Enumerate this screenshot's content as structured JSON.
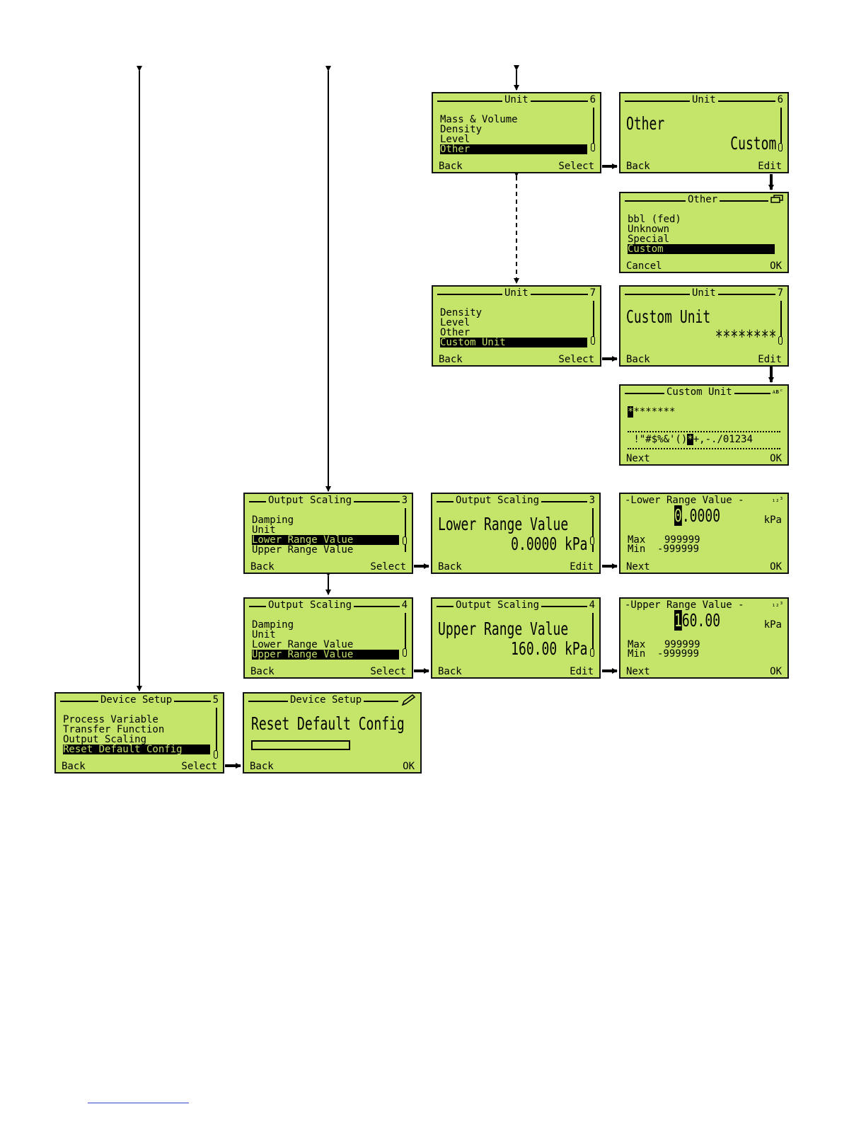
{
  "screens": {
    "unit6_list": {
      "title": "Unit",
      "num": "6",
      "items": [
        "Mass & Volume",
        "Density",
        "Level",
        "Other"
      ],
      "left": "Back",
      "right": "Select"
    },
    "unit6_edit": {
      "title": "Unit",
      "num": "6",
      "label": "Other",
      "value": "Custom",
      "left": "Back",
      "right": "Edit"
    },
    "other_list": {
      "title": "Other",
      "icon": "keypad-icon",
      "items": [
        "bbl (fed)",
        "Unknown",
        "Special",
        "Custom"
      ],
      "left": "Cancel",
      "right": "OK"
    },
    "unit7_list": {
      "title": "Unit",
      "num": "7",
      "items": [
        "Density",
        "Level",
        "Other",
        "Custom Unit"
      ],
      "left": "Back",
      "right": "Select"
    },
    "unit7_edit": {
      "title": "Unit",
      "num": "7",
      "label": "Custom Unit",
      "value": "********",
      "left": "Back",
      "right": "Edit"
    },
    "custom_unit": {
      "title": "Custom Unit",
      "icon": "abc-icon",
      "entry_cursor": "*",
      "entry_rest": "*******",
      "charset_before": " !\"#$%&'()",
      "charset_cursor": "*",
      "charset_after": "+,-./01234",
      "left": "Next",
      "right": "OK"
    },
    "os3_list": {
      "title": "Output Scaling",
      "num": "3",
      "items": [
        "Damping",
        "Unit",
        "Lower Range Value",
        "Upper Range Value"
      ],
      "left": "Back",
      "right": "Select"
    },
    "os3_edit": {
      "title": "Output Scaling",
      "num": "3",
      "label": "Lower Range Value",
      "value": "0.0000 kPa",
      "left": "Back",
      "right": "Edit"
    },
    "lrv_num": {
      "title": "-Lower Range Value -",
      "icon": "123-icon",
      "cursor": "0",
      "value_rest": ".0000",
      "unit": "kPa",
      "max_label": "Max",
      "max_value": "999999",
      "min_label": "Min",
      "min_value": "-999999",
      "left": "Next",
      "right": "OK"
    },
    "os4_list": {
      "title": "Output Scaling",
      "num": "4",
      "items": [
        "Damping",
        "Unit",
        "Lower Range Value",
        "Upper Range Value"
      ],
      "left": "Back",
      "right": "Select"
    },
    "os4_edit": {
      "title": "Output Scaling",
      "num": "4",
      "label": "Upper Range Value",
      "value": "160.00 kPa",
      "left": "Back",
      "right": "Edit"
    },
    "urv_num": {
      "title": "-Upper Range Value -",
      "icon": "123-icon",
      "cursor": "1",
      "value_rest": "60.00",
      "unit": "kPa",
      "max_label": "Max",
      "max_value": "999999",
      "min_label": "Min",
      "min_value": "-999999",
      "left": "Next",
      "right": "OK"
    },
    "ds5_list": {
      "title": "Device Setup",
      "num": "5",
      "items": [
        "Process Variable",
        "Transfer Function",
        "Output Scaling",
        "Reset Default Config"
      ],
      "left": "Back",
      "right": "Select"
    },
    "ds_reset": {
      "title": "Device Setup",
      "icon": "pen-icon",
      "label": "Reset Default Config",
      "left": "Back",
      "right": "OK"
    }
  },
  "colors": {
    "lcd_background": "#c4e46a",
    "ink": "#000000",
    "footer_line": "#3344cc"
  }
}
